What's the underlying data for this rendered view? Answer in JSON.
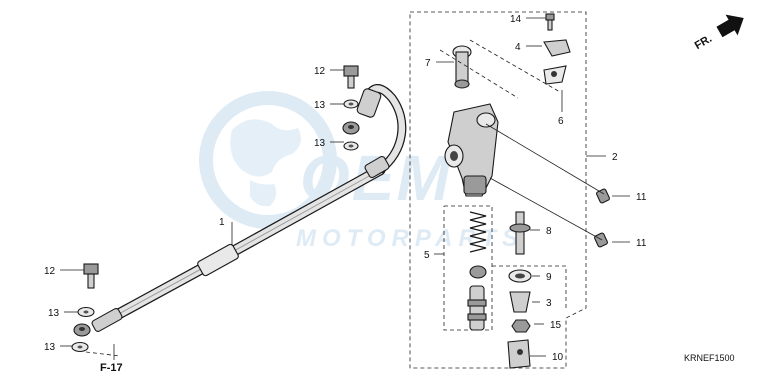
{
  "diagram_code": "KRNEF1500",
  "watermark_text": "MOTORPARTS",
  "watermark_color": "#dbe9f5",
  "orientation_label": "FR.",
  "reference_label": "F-17",
  "callouts": {
    "c1": "1",
    "c2": "2",
    "c3": "3",
    "c4": "4",
    "c5": "5",
    "c6": "6",
    "c7": "7",
    "c8": "8",
    "c9": "9",
    "c10": "10",
    "c11a": "11",
    "c11b": "11",
    "c12a": "12",
    "c12b": "12",
    "c13a": "13",
    "c13b": "13",
    "c13c": "13",
    "c13d": "13",
    "c14": "14",
    "c15": "15"
  },
  "icons": [
    "orientation-arrow-icon",
    "watermark-globe-icon"
  ]
}
